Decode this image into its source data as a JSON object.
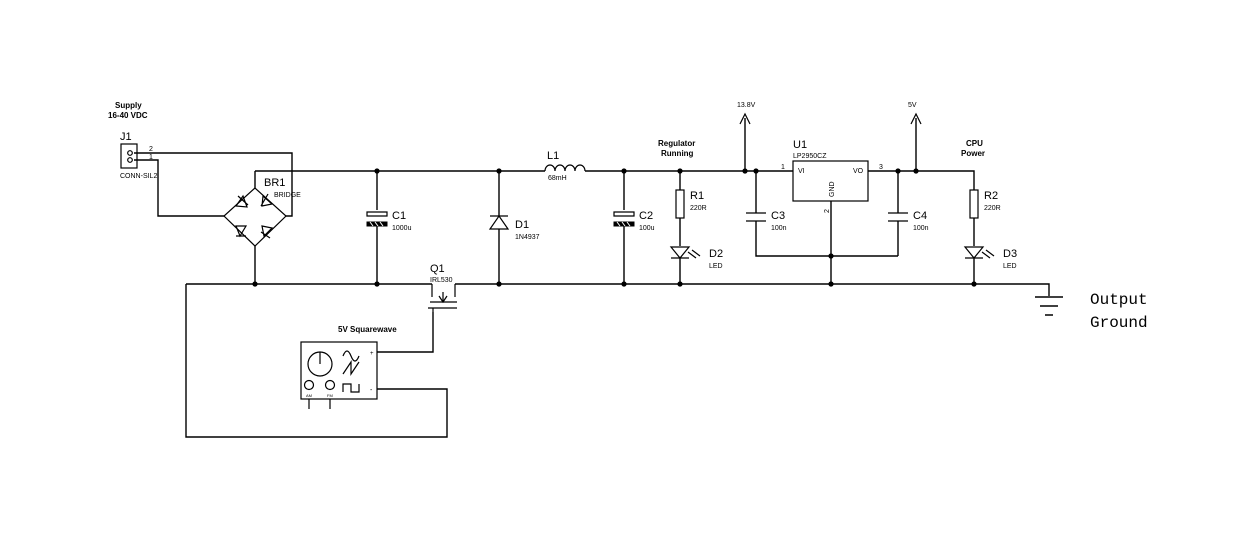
{
  "supply": {
    "line1": "Supply",
    "line2": "16-40 VDC"
  },
  "j1": {
    "ref": "J1",
    "value": "CONN-SIL2",
    "pin1": "1",
    "pin2": "2"
  },
  "br1": {
    "ref": "BR1",
    "value": "BRIDGE"
  },
  "c1": {
    "ref": "C1",
    "value": "1000u"
  },
  "d1": {
    "ref": "D1",
    "value": "1N4937"
  },
  "l1": {
    "ref": "L1",
    "value": "68mH"
  },
  "reg_running": {
    "line1": "Regulator",
    "line2": "Running"
  },
  "c2": {
    "ref": "C2",
    "value": "100u"
  },
  "r1": {
    "ref": "R1",
    "value": "220R"
  },
  "d2": {
    "ref": "D2",
    "value": "LED"
  },
  "rail1": {
    "label": "13.8V"
  },
  "c3": {
    "ref": "C3",
    "value": "100n"
  },
  "u1": {
    "ref": "U1",
    "value": "LP2950CZ",
    "vi": "VI",
    "vo": "VO",
    "gnd": "GND",
    "p1": "1",
    "p2": "2",
    "p3": "3"
  },
  "rail2": {
    "label": "5V"
  },
  "c4": {
    "ref": "C4",
    "value": "100n"
  },
  "cpu": {
    "line1": "CPU",
    "line2": "Power"
  },
  "r2": {
    "ref": "R2",
    "value": "220R"
  },
  "d3": {
    "ref": "D3",
    "value": "LED"
  },
  "q1": {
    "ref": "Q1",
    "value": "IRL530"
  },
  "gen": {
    "label": "5V Squarewave",
    "plus": "+",
    "minus": "-",
    "knob1": "AM",
    "knob2": "FM"
  },
  "output": {
    "line1": "Output",
    "line2": "Ground"
  }
}
